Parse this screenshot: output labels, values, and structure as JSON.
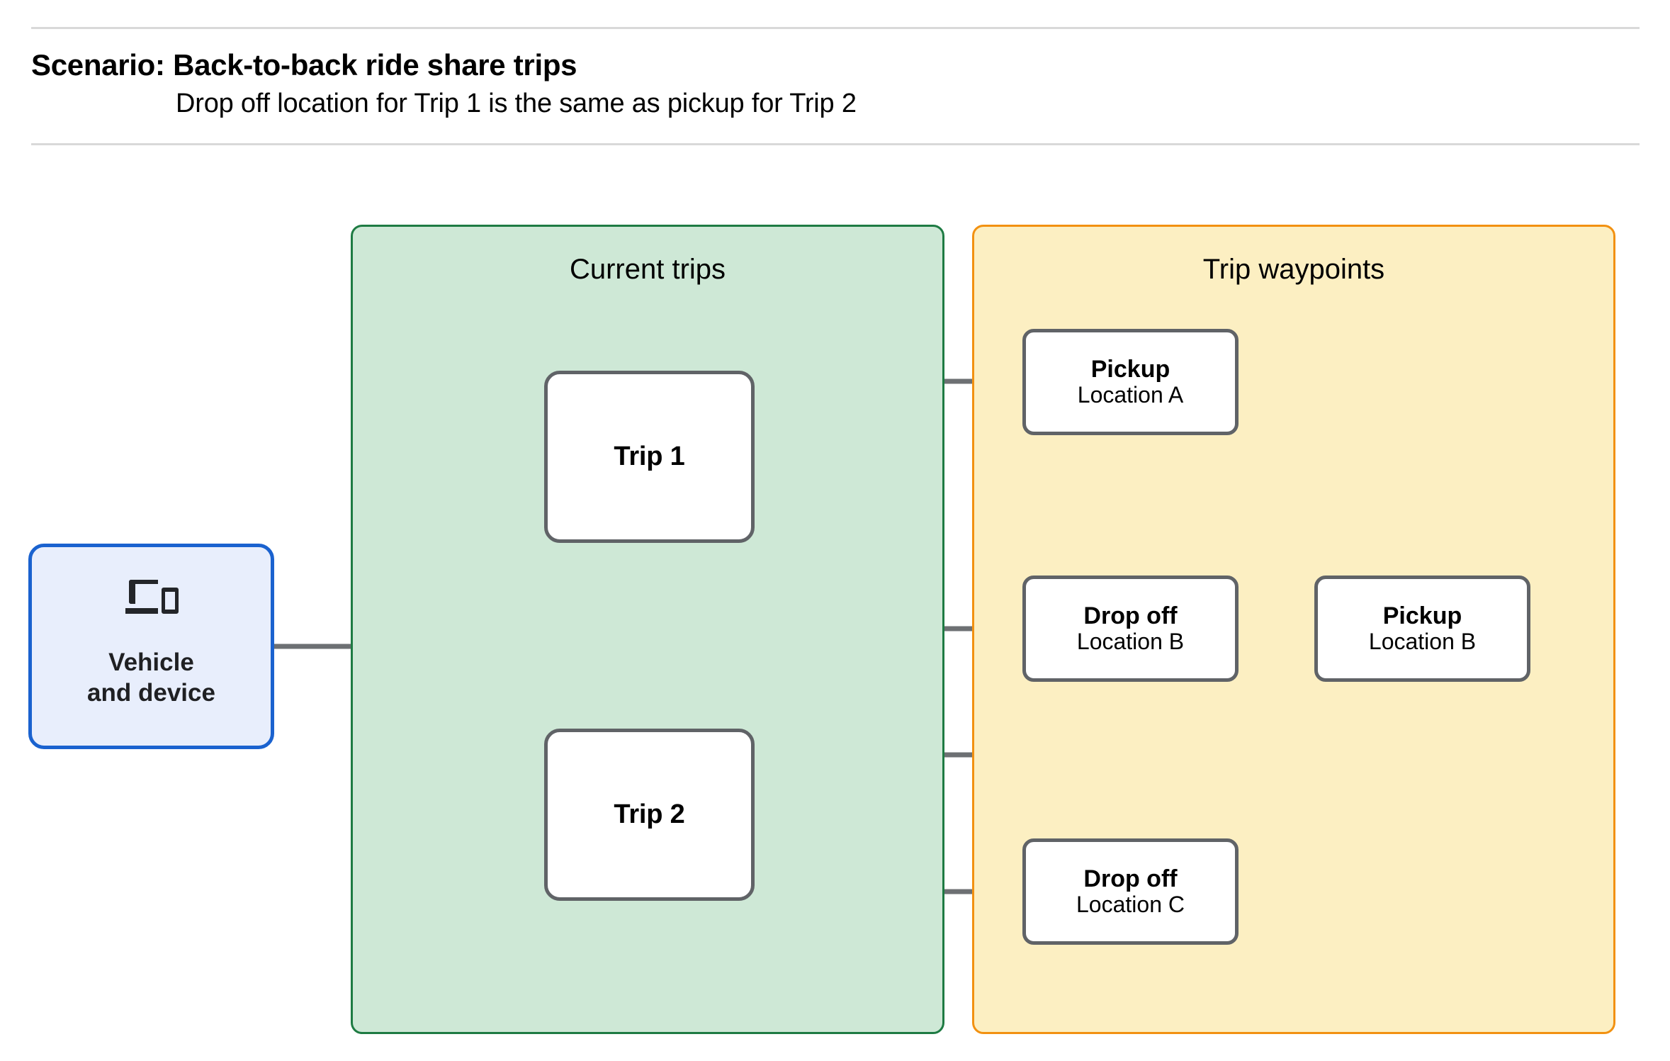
{
  "header": {
    "title": "Scenario: Back-to-back ride share trips",
    "subtitle": "Drop off  location for Trip 1 is the same as pickup for Trip 2"
  },
  "source_node": {
    "icon": "devices-icon",
    "label": "Vehicle\nand device"
  },
  "groups": {
    "current_trips": {
      "title": "Current trips",
      "fill": "#cee8d6",
      "border": "#1e7b43",
      "nodes": [
        {
          "label": "Trip 1"
        },
        {
          "label": "Trip 2"
        }
      ]
    },
    "trip_waypoints": {
      "title": "Trip waypoints",
      "fill": "#fcefc2",
      "border": "#f29111",
      "nodes": [
        {
          "title": "Pickup",
          "location": "Location A"
        },
        {
          "title": "Drop off",
          "location": "Location B"
        },
        {
          "title": "Pickup",
          "location": "Location B"
        },
        {
          "title": "Drop off",
          "location": "Location C"
        }
      ]
    }
  },
  "colors": {
    "vehicle_fill": "#e8eefc",
    "vehicle_border": "#1a62cf",
    "node_border": "#606367",
    "connector": "#6d7073",
    "rule": "#d9d9d9",
    "background": "#ffffff"
  },
  "connections": [
    {
      "from": "Vehicle and device",
      "to": "Trip 1"
    },
    {
      "from": "Vehicle and device",
      "to": "Trip 2"
    },
    {
      "from": "Trip 1",
      "to": "Pickup Location A"
    },
    {
      "from": "Trip 1",
      "to": "Drop off Location B"
    },
    {
      "from": "Trip 2",
      "to": "Pickup Location B"
    },
    {
      "from": "Trip 2",
      "to": "Drop off Location C"
    }
  ]
}
